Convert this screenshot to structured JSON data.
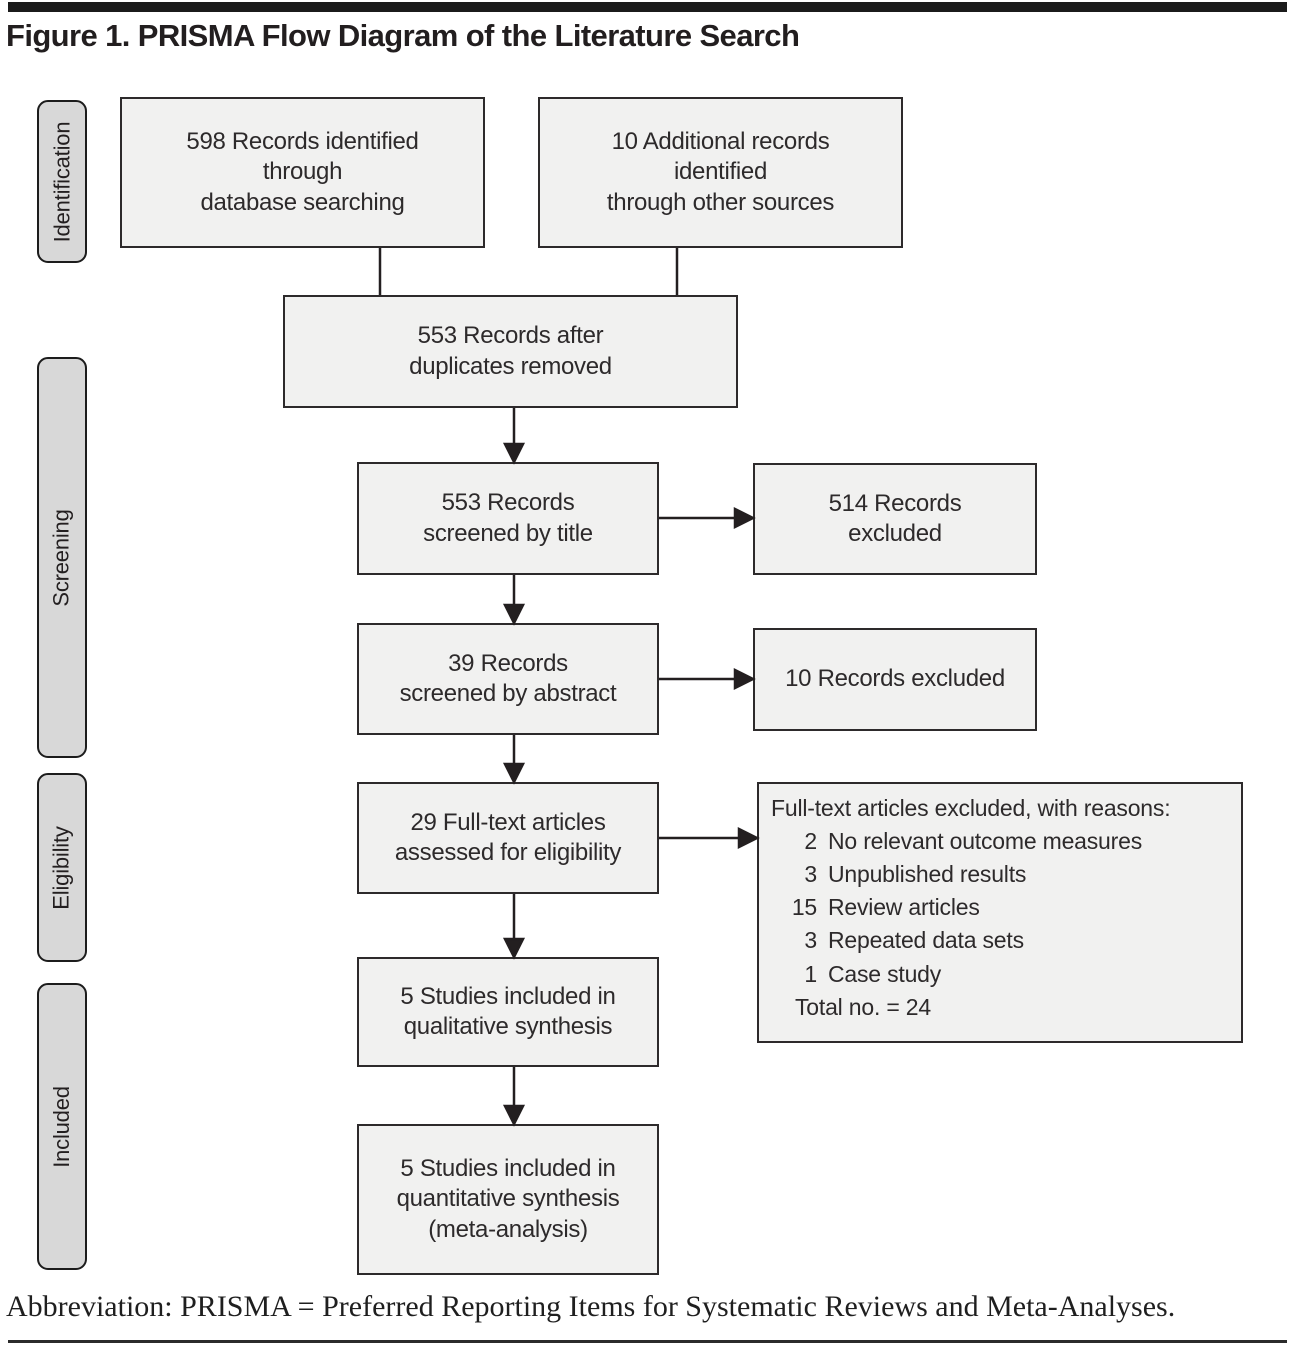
{
  "title": "Figure 1. PRISMA Flow Diagram of the Literature Search",
  "stage_labels": {
    "identification": "Identification",
    "screening": "Screening",
    "eligibility": "Eligibility",
    "included": "Included"
  },
  "boxes": {
    "database_search": {
      "lines": [
        "598 Records identified",
        "through",
        "database searching"
      ]
    },
    "other_sources": {
      "lines": [
        "10 Additional records",
        "identified",
        "through other sources"
      ]
    },
    "after_duplicates": {
      "lines": [
        "553 Records after",
        "duplicates removed"
      ]
    },
    "screened_title": {
      "lines": [
        "553 Records",
        "screened by title"
      ]
    },
    "excluded_title": {
      "lines": [
        "514 Records",
        "excluded"
      ]
    },
    "screened_abstract": {
      "lines": [
        "39 Records",
        "screened by abstract"
      ]
    },
    "excluded_abstract": {
      "lines": [
        "10 Records excluded"
      ]
    },
    "fulltext_assessed": {
      "lines": [
        "29 Full-text articles",
        "assessed for eligibility"
      ]
    },
    "qualitative": {
      "lines": [
        "5 Studies included in",
        "qualitative synthesis"
      ]
    },
    "quantitative": {
      "lines": [
        "5 Studies included in",
        "quantitative synthesis",
        "(meta-analysis)"
      ]
    }
  },
  "exclusion_reasons": {
    "heading": "Full-text articles excluded, with reasons:",
    "items": [
      {
        "count": "2",
        "label": "No relevant outcome measures"
      },
      {
        "count": "3",
        "label": "Unpublished results"
      },
      {
        "count": "15",
        "label": "Review articles"
      },
      {
        "count": "3",
        "label": "Repeated data sets"
      },
      {
        "count": "1",
        "label": "Case study"
      }
    ],
    "total": "Total no. = 24"
  },
  "footer": "Abbreviation: PRISMA = Preferred Reporting Items for Systematic Reviews and Meta-Analyses.",
  "colors": {
    "box_fill": "#f1f1f0",
    "box_border": "#2d2a2b",
    "stage_fill": "#d8d8d8",
    "stage_border": "#1c1c1c",
    "text": "#2d2a2b",
    "rule": "#1b1b1b"
  }
}
